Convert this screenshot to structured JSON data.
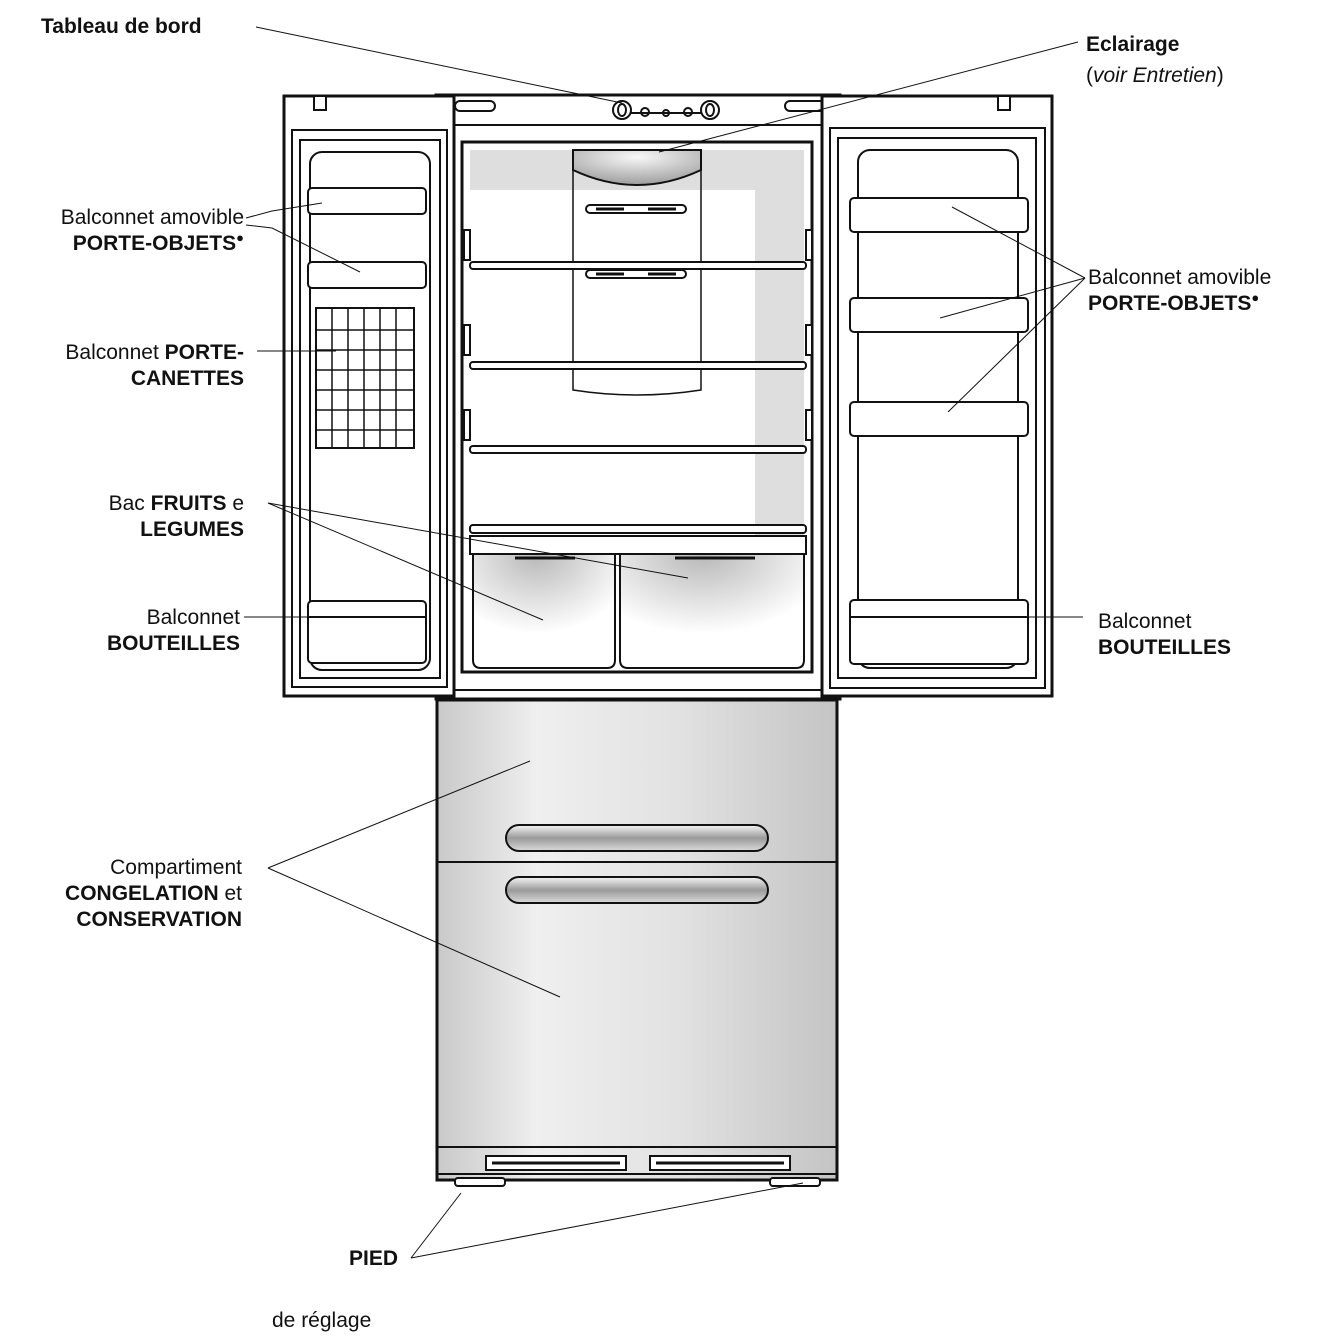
{
  "labels": {
    "tableau": "Tableau de bord",
    "eclairage_title": "Eclairage",
    "eclairage_note_open": "(",
    "eclairage_note": "voir Entretien",
    "eclairage_note_close": ")",
    "balconnet_amovible_left_1": "Balconnet amovible",
    "porte_objets_left": "PORTE-OBJETS",
    "balconnet_amovible_right_1": "Balconnet amovible",
    "porte_objets_right": "PORTE-OBJETS",
    "bullet": "●",
    "canettes_prefix": "Balconnet ",
    "canettes_bold_1": "PORTE-",
    "canettes_bold_2": "CANETTES",
    "bac_prefix": "Bac ",
    "bac_bold_1": "FRUITS",
    "bac_suffix": " e",
    "bac_bold_2": "LEGUMES",
    "bouteilles_left_1": "Balconnet",
    "bouteilles_left_2": "BOUTEILLES",
    "bouteilles_right_1": "Balconnet",
    "bouteilles_right_2": "BOUTEILLES",
    "compartiment_1": "Compartiment",
    "compartiment_bold_1": "CONGELATION",
    "compartiment_suffix": " et",
    "compartiment_bold_2": "CONSERVATION",
    "pied_bold": "PIED",
    "pied_sub": "de réglage"
  },
  "colors": {
    "outline": "#111111",
    "shade": "#dcdcdc",
    "panel": "#ececec"
  }
}
